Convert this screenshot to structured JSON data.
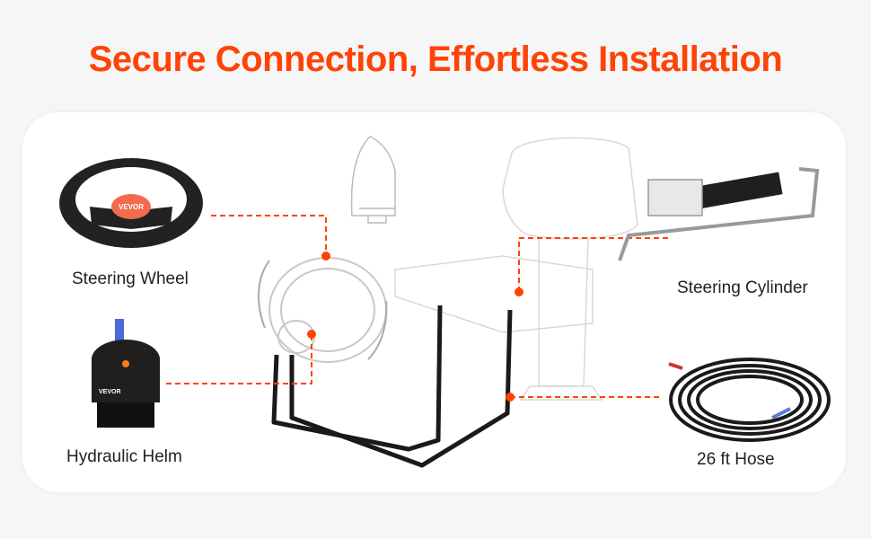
{
  "title": "Secure Connection, Effortless Installation",
  "colors": {
    "accent": "#ff4306",
    "hose": "#1a1a1a",
    "outline": "#cfcfcf"
  },
  "components": [
    {
      "id": "steering-wheel",
      "label": "Steering Wheel"
    },
    {
      "id": "hydraulic-helm",
      "label": "Hydraulic Helm"
    },
    {
      "id": "steering-cylinder",
      "label": "Steering Cylinder"
    },
    {
      "id": "hose",
      "label": "26 ft Hose"
    }
  ],
  "brand": "VEVOR"
}
